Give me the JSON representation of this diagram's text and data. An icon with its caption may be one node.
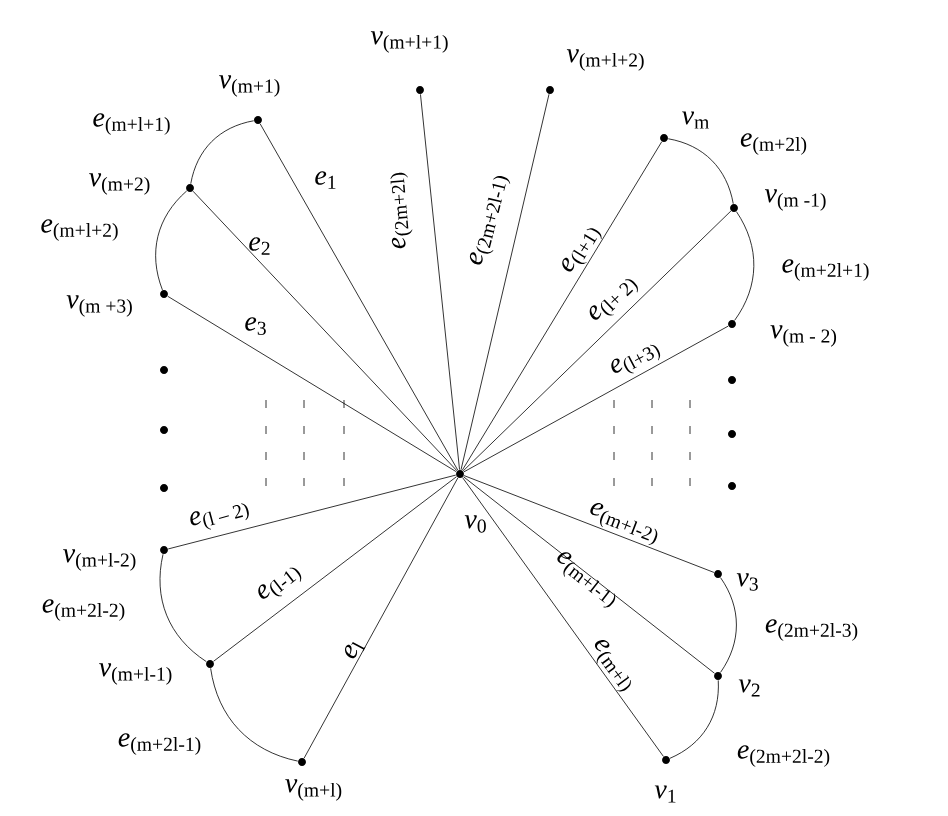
{
  "diagram": {
    "nodes": [
      {
        "text": [
          "*v*$_{(m+l+1)}$"
        ]
      },
      {
        "text": [
          "*v*$_{(m+l+2)}$"
        ]
      },
      {
        "text": [
          "*v*$_{(m+1)}$"
        ]
      },
      {
        "text": [
          "*v*$_{m}$"
        ]
      },
      {
        "text": [
          "*v*$_{(m+2)}$"
        ]
      },
      {
        "text": [
          "*v*$_{(m -1)}$"
        ]
      },
      {
        "text": [
          "*v*$_{(m +3)}$"
        ]
      },
      {
        "text": [
          "*v*$_{(m - 2)}$"
        ]
      },
      {
        "text": [
          "*v*$_{0}$"
        ]
      },
      {
        "text": [
          "*v*$_{(m+l-2)}$"
        ]
      },
      {
        "text": [
          "*v*$_{3}$"
        ]
      },
      {
        "text": [
          "*v*$_{(m+l-1)}$"
        ]
      },
      {
        "text": [
          "*v*$_{2}$"
        ]
      },
      {
        "text": [
          "*v*$_{(m+l)}$"
        ]
      },
      {
        "text": [
          "*v*$_{1}$"
        ]
      }
    ],
    "edges": [
      {
        "from": 8,
        "to": 2,
        "arrow": "none",
        "label": "*e*$_{1}$"
      },
      {
        "from": 8,
        "to": 4,
        "arrow": "none",
        "label": "*e*$_{2}$"
      },
      {
        "from": 8,
        "to": 6,
        "arrow": "none",
        "label": "*e*$_{3}$"
      },
      {
        "from": 8,
        "to": 0,
        "arrow": "none",
        "label": "*e*$_{(2m+2l)}$"
      },
      {
        "from": 8,
        "to": 1,
        "arrow": "none",
        "label": "*e*$_{(2m+2l-1)}$"
      },
      {
        "from": 8,
        "to": 3,
        "arrow": "none",
        "label": "*e*$_{(l+1)}$"
      },
      {
        "from": 8,
        "to": 5,
        "arrow": "none",
        "label": "*e*$_{(l+ 2)}$"
      },
      {
        "from": 8,
        "to": 7,
        "arrow": "none",
        "label": "*e*$_{(l+3)}$"
      },
      {
        "from": 8,
        "to": 9,
        "arrow": "none",
        "label": "*e*$_{(l – 2)}$"
      },
      {
        "from": 8,
        "to": 11,
        "arrow": "none",
        "label": "*e*$_{(l-1)}$"
      },
      {
        "from": 8,
        "to": 13,
        "arrow": "none",
        "label": "*e*$_{l}$"
      },
      {
        "from": 8,
        "to": 10,
        "arrow": "none",
        "label": "*e*$_{(m+l-2)}$"
      },
      {
        "from": 8,
        "to": 12,
        "arrow": "none",
        "label": "*e*$_{(m+l-1)}$"
      },
      {
        "from": 8,
        "to": 14,
        "arrow": "none",
        "label": "*e*$_{(m+l)}$"
      },
      {
        "from": 2,
        "to": 4,
        "arrow": "none",
        "label": "*e*$_{(m+l+1)}$"
      },
      {
        "from": 4,
        "to": 6,
        "arrow": "none",
        "label": "*e*$_{(m+l+2)}$"
      },
      {
        "from": 3,
        "to": 5,
        "arrow": "none",
        "label": "*e*$_{(m+2l)}$"
      },
      {
        "from": 5,
        "to": 7,
        "arrow": "none",
        "label": "*e*$_{(m+2l+1)}$"
      },
      {
        "from": 9,
        "to": 11,
        "arrow": "none",
        "label": "*e*$_{(m+2l-2)}$"
      },
      {
        "from": 11,
        "to": 13,
        "arrow": "none",
        "label": "*e*$_{(m+2l-1)}$"
      },
      {
        "from": 10,
        "to": 12,
        "arrow": "none",
        "label": "*e*$_{(2m+2l-3)}$"
      },
      {
        "from": 12,
        "to": 14,
        "arrow": "none",
        "label": "*e*$_{(2m+2l-2)}$"
      }
    ]
  }
}
